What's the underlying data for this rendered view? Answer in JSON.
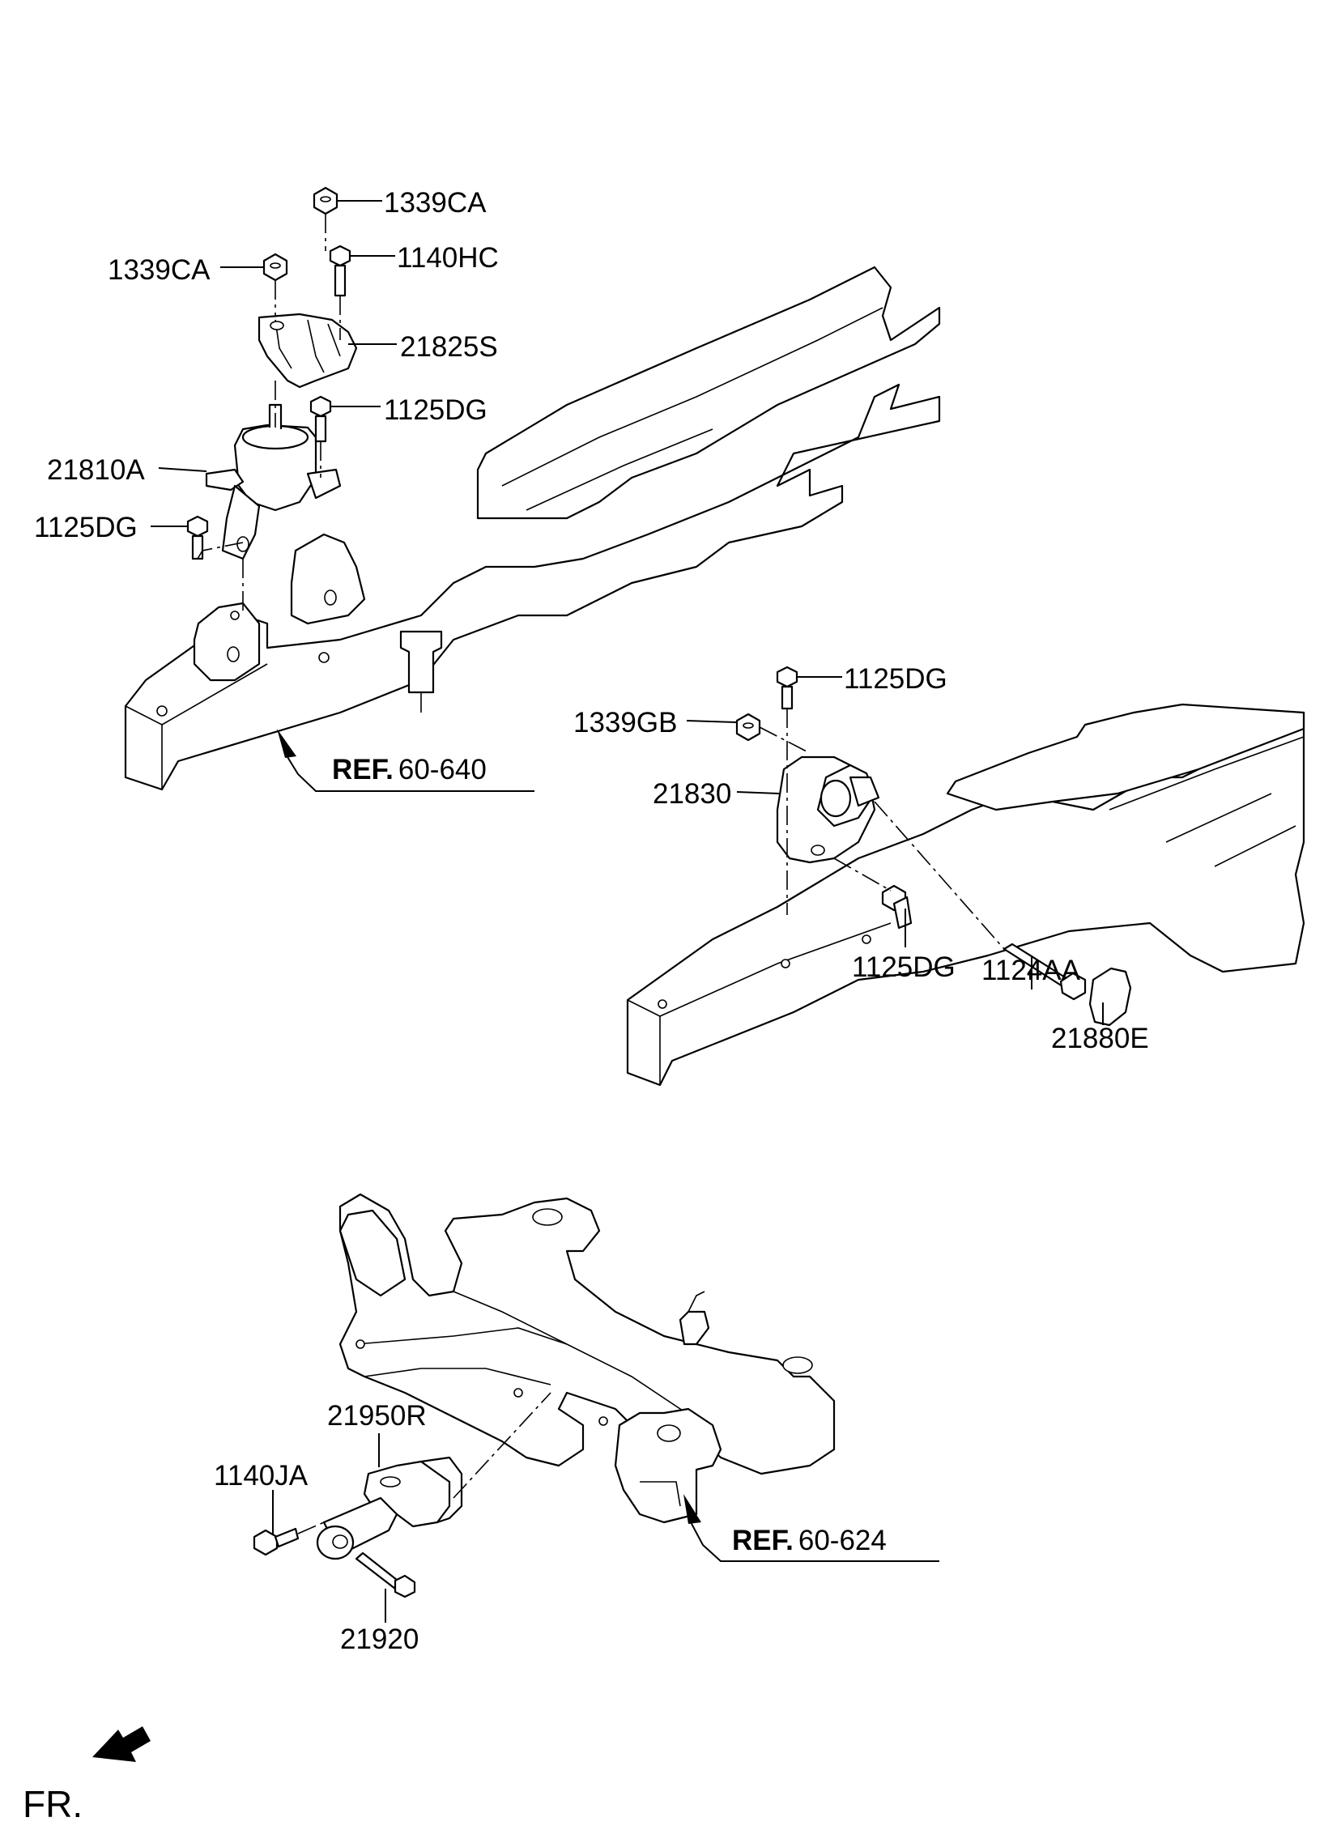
{
  "diagram": {
    "direction_label": "FR.",
    "references": {
      "ref_640": {
        "prefix": "REF.",
        "code": "60-640"
      },
      "ref_624": {
        "prefix": "REF.",
        "code": "60-624"
      }
    },
    "labels": {
      "nut_top_1339ca": "1339CA",
      "nut_left_1339ca": "1339CA",
      "bolt_1140hc": "1140HC",
      "bracket_21825s": "21825S",
      "bolt_1125dg_upper": "1125DG",
      "mount_21810a": "21810A",
      "bolt_1125dg_left": "1125DG",
      "bolt_1125dg_mid": "1125DG",
      "nut_1339gb": "1339GB",
      "mount_21830": "21830",
      "bolt_1125dg_lower": "1125DG",
      "bolt_1124aa": "1124AA",
      "cap_21880e": "21880E",
      "bracket_21950r": "21950R",
      "bolt_1140ja": "1140JA",
      "bolt_21920": "21920"
    }
  }
}
